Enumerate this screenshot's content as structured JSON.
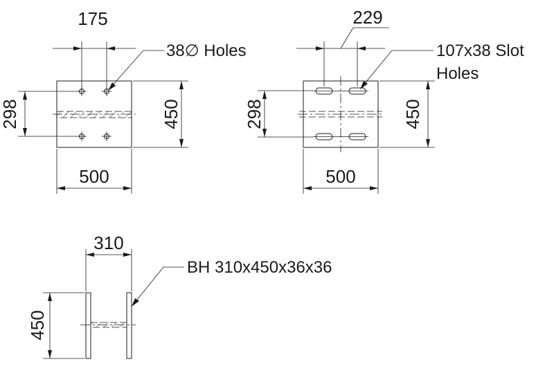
{
  "view1": {
    "hole_spacing": "175",
    "hole_label": "38∅ Holes",
    "hole_dim": "298",
    "height_dim": "450",
    "width_dim": "500"
  },
  "view2": {
    "slot_spacing": "229",
    "slot_label_line1": "107x38 Slot",
    "slot_label_line2": "Holes",
    "slot_dim": "298",
    "height_dim": "450",
    "width_dim": "500"
  },
  "view3": {
    "flange_dim": "310",
    "section_label": "BH 310x450x36x36",
    "height_dim": "450"
  }
}
